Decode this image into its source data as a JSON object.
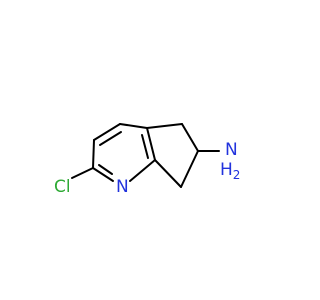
{
  "molecule": {
    "atoms": {
      "chlorine": {
        "text": "Cl",
        "color": "#2EAA35"
      },
      "ring_nitrogen": {
        "text": "N",
        "color": "#2233DD"
      },
      "amine_nitrogen": {
        "text": "N",
        "color": "#2233DD"
      },
      "amine_hydrogens": {
        "text": "H",
        "subscript": "2",
        "color": "#2233DD"
      }
    },
    "bond_color": "#000000"
  }
}
